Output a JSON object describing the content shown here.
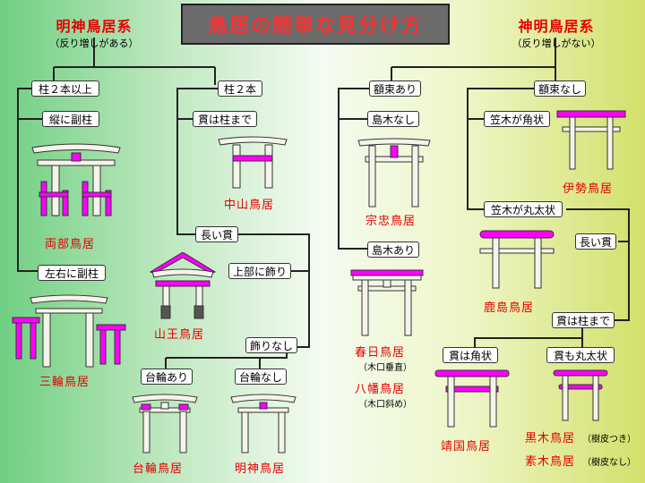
{
  "title": "鳥居の簡単な見分け方",
  "left_system": {
    "name": "明神鳥居系",
    "note": "（反り増しがある）"
  },
  "right_system": {
    "name": "神明鳥居系",
    "note": "（反り増しがない）"
  },
  "nodes": {
    "pillars_2plus": "柱２本以上",
    "pillars_2_left": "柱２本",
    "vertical_sub": "縦に副柱",
    "lr_sub": "左右に副柱",
    "nuki_thru": "貫は柱まで",
    "nuki_long": "長い貫",
    "top_deco": "上部に飾り",
    "no_deco": "飾りなし",
    "daiwa_yes": "台輪あり",
    "daiwa_no": "台輪なし",
    "gakuzuka_yes": "額束あり",
    "gakuzuka_no": "額束なし",
    "shimaki_no": "島木なし",
    "shimaki_yes": "島木あり",
    "kasagi_square": "笠木が角状",
    "kasagi_round": "笠木が丸太状",
    "nuki_long_r": "長い貫",
    "nuki_thru_r": "貫は柱まで",
    "nuki_square": "貫は角状",
    "nuki_round": "貫も丸太状"
  },
  "torii": {
    "ryobu": "両部鳥居",
    "miwa": "三輪鳥居",
    "nakayama": "中山鳥居",
    "sanno": "山王鳥居",
    "daiwa": "台輪鳥居",
    "myojin": "明神鳥居",
    "sochu": "宗忠鳥居",
    "kasuga": "春日鳥居",
    "kasuga_note": "（木口垂直）",
    "hachiman": "八幡鳥居",
    "hachiman_note": "（木口斜め）",
    "ise": "伊勢鳥居",
    "kashima": "鹿島鳥居",
    "yasukuni": "靖国鳥居",
    "kuroki": "黒木鳥居",
    "kuroki_note": "（樹皮つき）",
    "shiraki": "素木鳥居",
    "shiraki_note": "（樹皮なし）"
  },
  "colors": {
    "accent": "#e60000",
    "highlight": "#ff00ff",
    "title_bg": "#6b6b6b"
  }
}
